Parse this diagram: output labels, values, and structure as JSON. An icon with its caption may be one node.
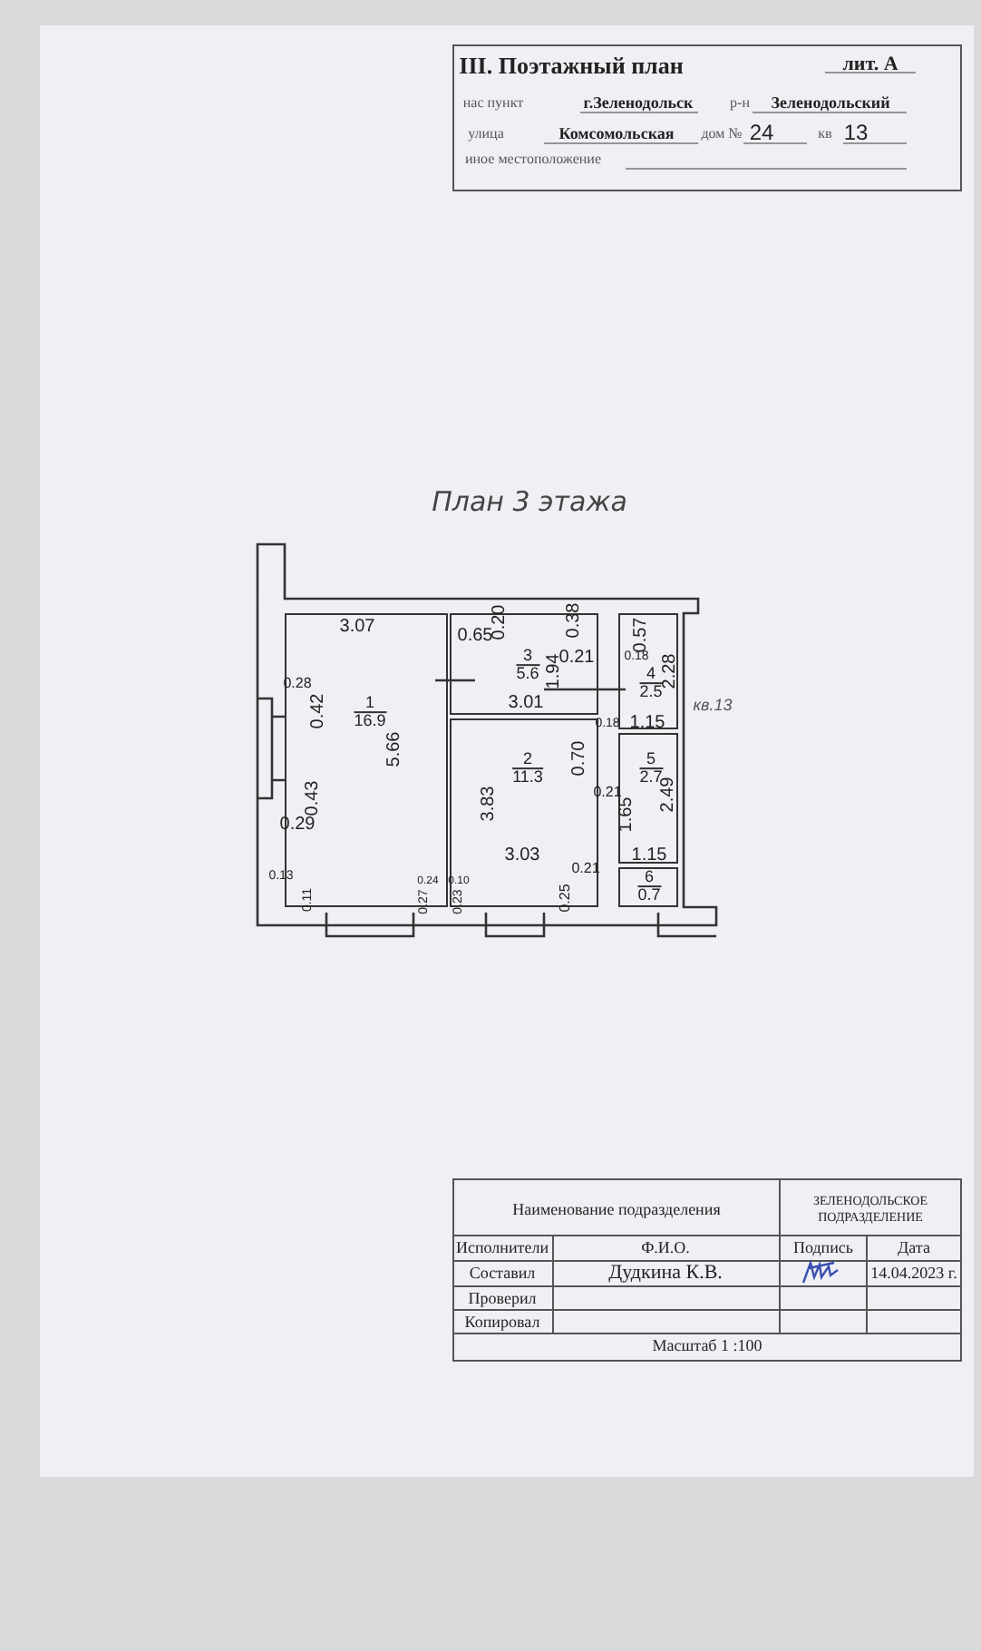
{
  "diagram": {
    "title": "III. Поэтажный план",
    "nodes": [
      {
        "text": [
          "1",
          "16.9"
        ]
      },
      {
        "text": [
          "2",
          "11.3"
        ]
      },
      {
        "text": [
          "3",
          "5.6"
        ]
      },
      {
        "text": [
          "4",
          "2.5"
        ]
      },
      {
        "text": [
          "5",
          "2.7"
        ]
      },
      {
        "text": [
          "6",
          "0.7"
        ]
      }
    ],
    "edges": [],
    "labels": [
      "лит. А",
      "нас пункт",
      "г.Зеленодольск",
      "р-н",
      "Зеленодольский",
      "улица",
      "Комсомольская",
      "дом №",
      "24",
      "кв",
      "13",
      "иное местоположение",
      "План 3 этажа",
      "3.07",
      "0.65",
      "0.20",
      "0.38",
      "0.57",
      "0.21",
      "0.18",
      "1.94",
      "2.28",
      "0.28",
      "0.42",
      "3.01",
      "кв.13",
      "0.18",
      "1.15",
      "5.66",
      "0.70",
      "0.43",
      "3.83",
      "0.21",
      "1.65",
      "2.49",
      "0.29",
      "3.03",
      "1.15",
      "0.13",
      "0.24",
      "0.10",
      "0.21",
      "0.11",
      "0.27",
      "0.23",
      "0.25",
      "Наименование подразделения",
      "ЗЕЛЕНОДОЛЬСКОЕ ПОДРАЗДЕЛЕНИЕ",
      "Исполнители",
      "Ф.И.О.",
      "Подпись",
      "Дата",
      "Составил",
      "Дудкина К.В.",
      "14.04.2023 г.",
      "Проверил",
      "Копировал",
      "Масштаб 1 :100"
    ]
  }
}
